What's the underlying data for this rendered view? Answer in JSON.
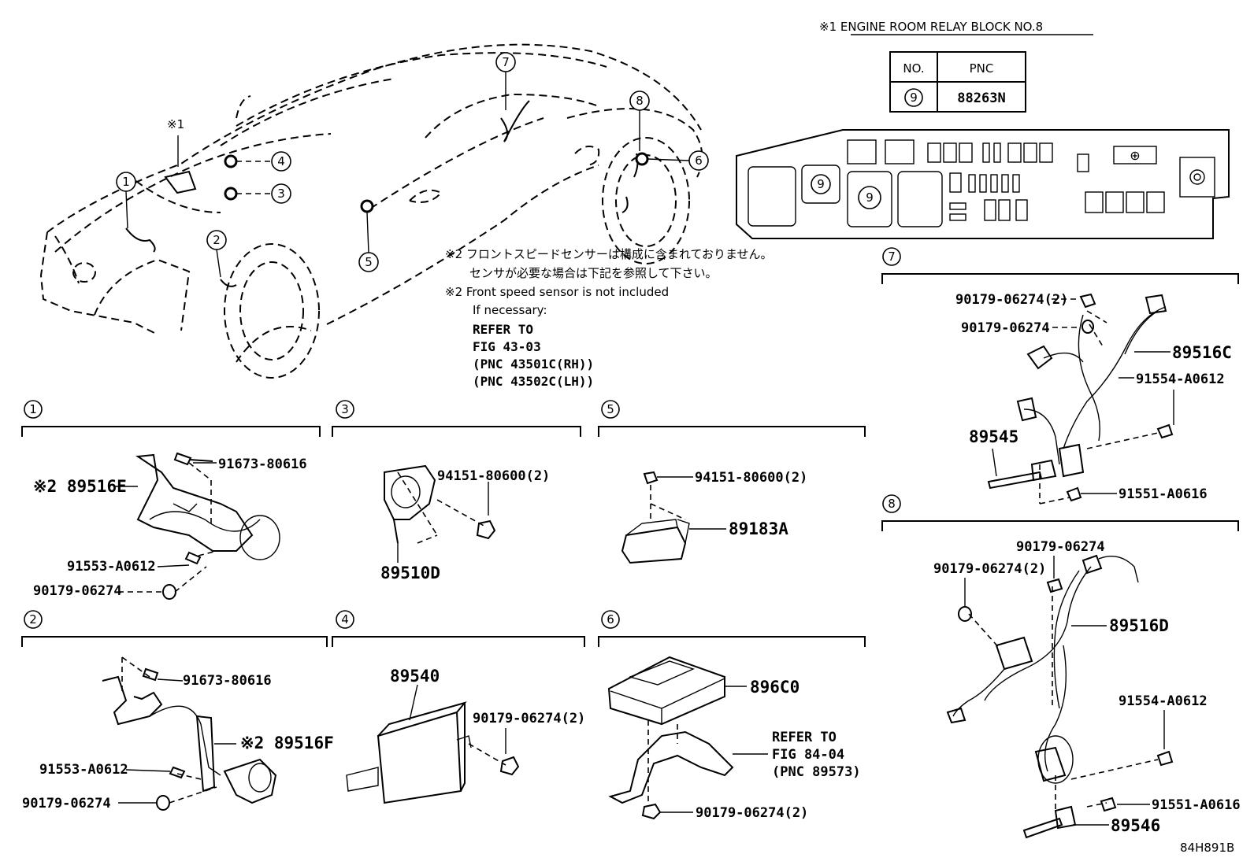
{
  "relay_block": {
    "title": "※1  ENGINE ROOM RELAY BLOCK NO.8",
    "table_header_no": "NO.",
    "table_header_pnc": "PNC",
    "row_no": "9",
    "row_pnc": "88263N",
    "slot_label_1": "9",
    "slot_label_2": "9",
    "plus_symbol": "⊕"
  },
  "car": {
    "mark_1": "※1",
    "callouts": [
      "1",
      "2",
      "3",
      "4",
      "5",
      "6",
      "7",
      "8"
    ]
  },
  "notes": {
    "jp_line1": "※2 フロントスピードセンサーは構成に含まれておりません。",
    "jp_line2": "センサが必要な場合は下記を参照して下さい。",
    "en_line1": "※2 Front speed sensor is not included",
    "en_line2": "If necessary:",
    "ref_1": "REFER TO",
    "ref_2": "FIG 43-03",
    "ref_3": "(PNC 43501C(RH))",
    "ref_4": "(PNC 43502C(LH))"
  },
  "sections": {
    "s1": {
      "num": "1",
      "p1": "91673-80616",
      "p2": "※2 89516E",
      "p3": "91553-A0612",
      "p4": "90179-06274"
    },
    "s2": {
      "num": "2",
      "p1": "91673-80616",
      "p2": "※2 89516F",
      "p3": "91553-A0612",
      "p4": "90179-06274"
    },
    "s3": {
      "num": "3",
      "p1": "94151-80600(2)",
      "p2": "89510D"
    },
    "s4": {
      "num": "4",
      "p1": "89540",
      "p2": "90179-06274(2)"
    },
    "s5": {
      "num": "5",
      "p1": "94151-80600(2)",
      "p2": "89183A"
    },
    "s6": {
      "num": "6",
      "p1": "896C0",
      "p2": "REFER TO",
      "p3": "FIG 84-04",
      "p4": "(PNC 89573)",
      "p5": "90179-06274(2)"
    },
    "s7": {
      "num": "7",
      "p1": "90179-06274(2)",
      "p2": "90179-06274",
      "p3": "89516C",
      "p4": "91554-A0612",
      "p5": "89545",
      "p6": "91551-A0616"
    },
    "s8": {
      "num": "8",
      "p1": "90179-06274",
      "p2": "90179-06274(2)",
      "p3": "89516D",
      "p4": "91554-A0612",
      "p5": "91551-A0616",
      "p6": "89546"
    }
  },
  "figure_id": "84H891B"
}
